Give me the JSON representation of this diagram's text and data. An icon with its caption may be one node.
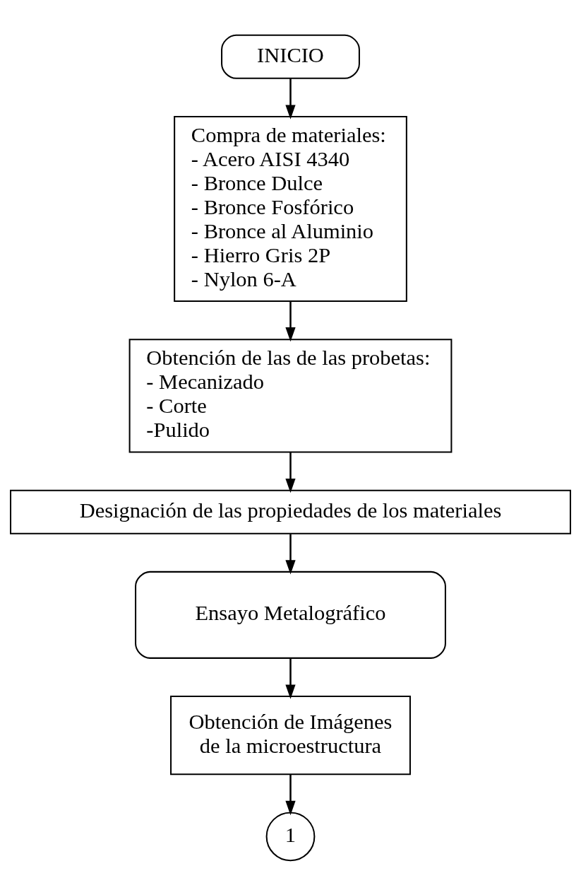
{
  "diagram": {
    "nodes": [
      {
        "text": [
          "INICIO"
        ]
      },
      {
        "text": [
          "Compra de materiales:",
          "- Acero AISI 4340",
          "- Bronce Dulce",
          "- Bronce Fosfórico",
          "- Bronce al Aluminio",
          "- Hierro Gris 2P",
          "- Nylon 6-A"
        ]
      },
      {
        "text": [
          "Obtención de las de las probetas:",
          "- Mecanizado",
          "- Corte",
          "-Pulido"
        ]
      },
      {
        "text": [
          "Designación de las propiedades de los materiales"
        ]
      },
      {
        "text": [
          "Ensayo Metalográfico"
        ]
      },
      {
        "text": [
          "Obtención de Imágenes de la microestructura"
        ]
      },
      {
        "text": [
          "1"
        ]
      }
    ],
    "edges": [
      {
        "from": 0,
        "to": 1,
        "arrow": "to"
      },
      {
        "from": 1,
        "to": 2,
        "arrow": "to"
      },
      {
        "from": 2,
        "to": 3,
        "arrow": "to"
      },
      {
        "from": 3,
        "to": 4,
        "arrow": "to"
      },
      {
        "from": 4,
        "to": 5,
        "arrow": "to"
      },
      {
        "from": 5,
        "to": 6,
        "arrow": "to"
      }
    ]
  }
}
